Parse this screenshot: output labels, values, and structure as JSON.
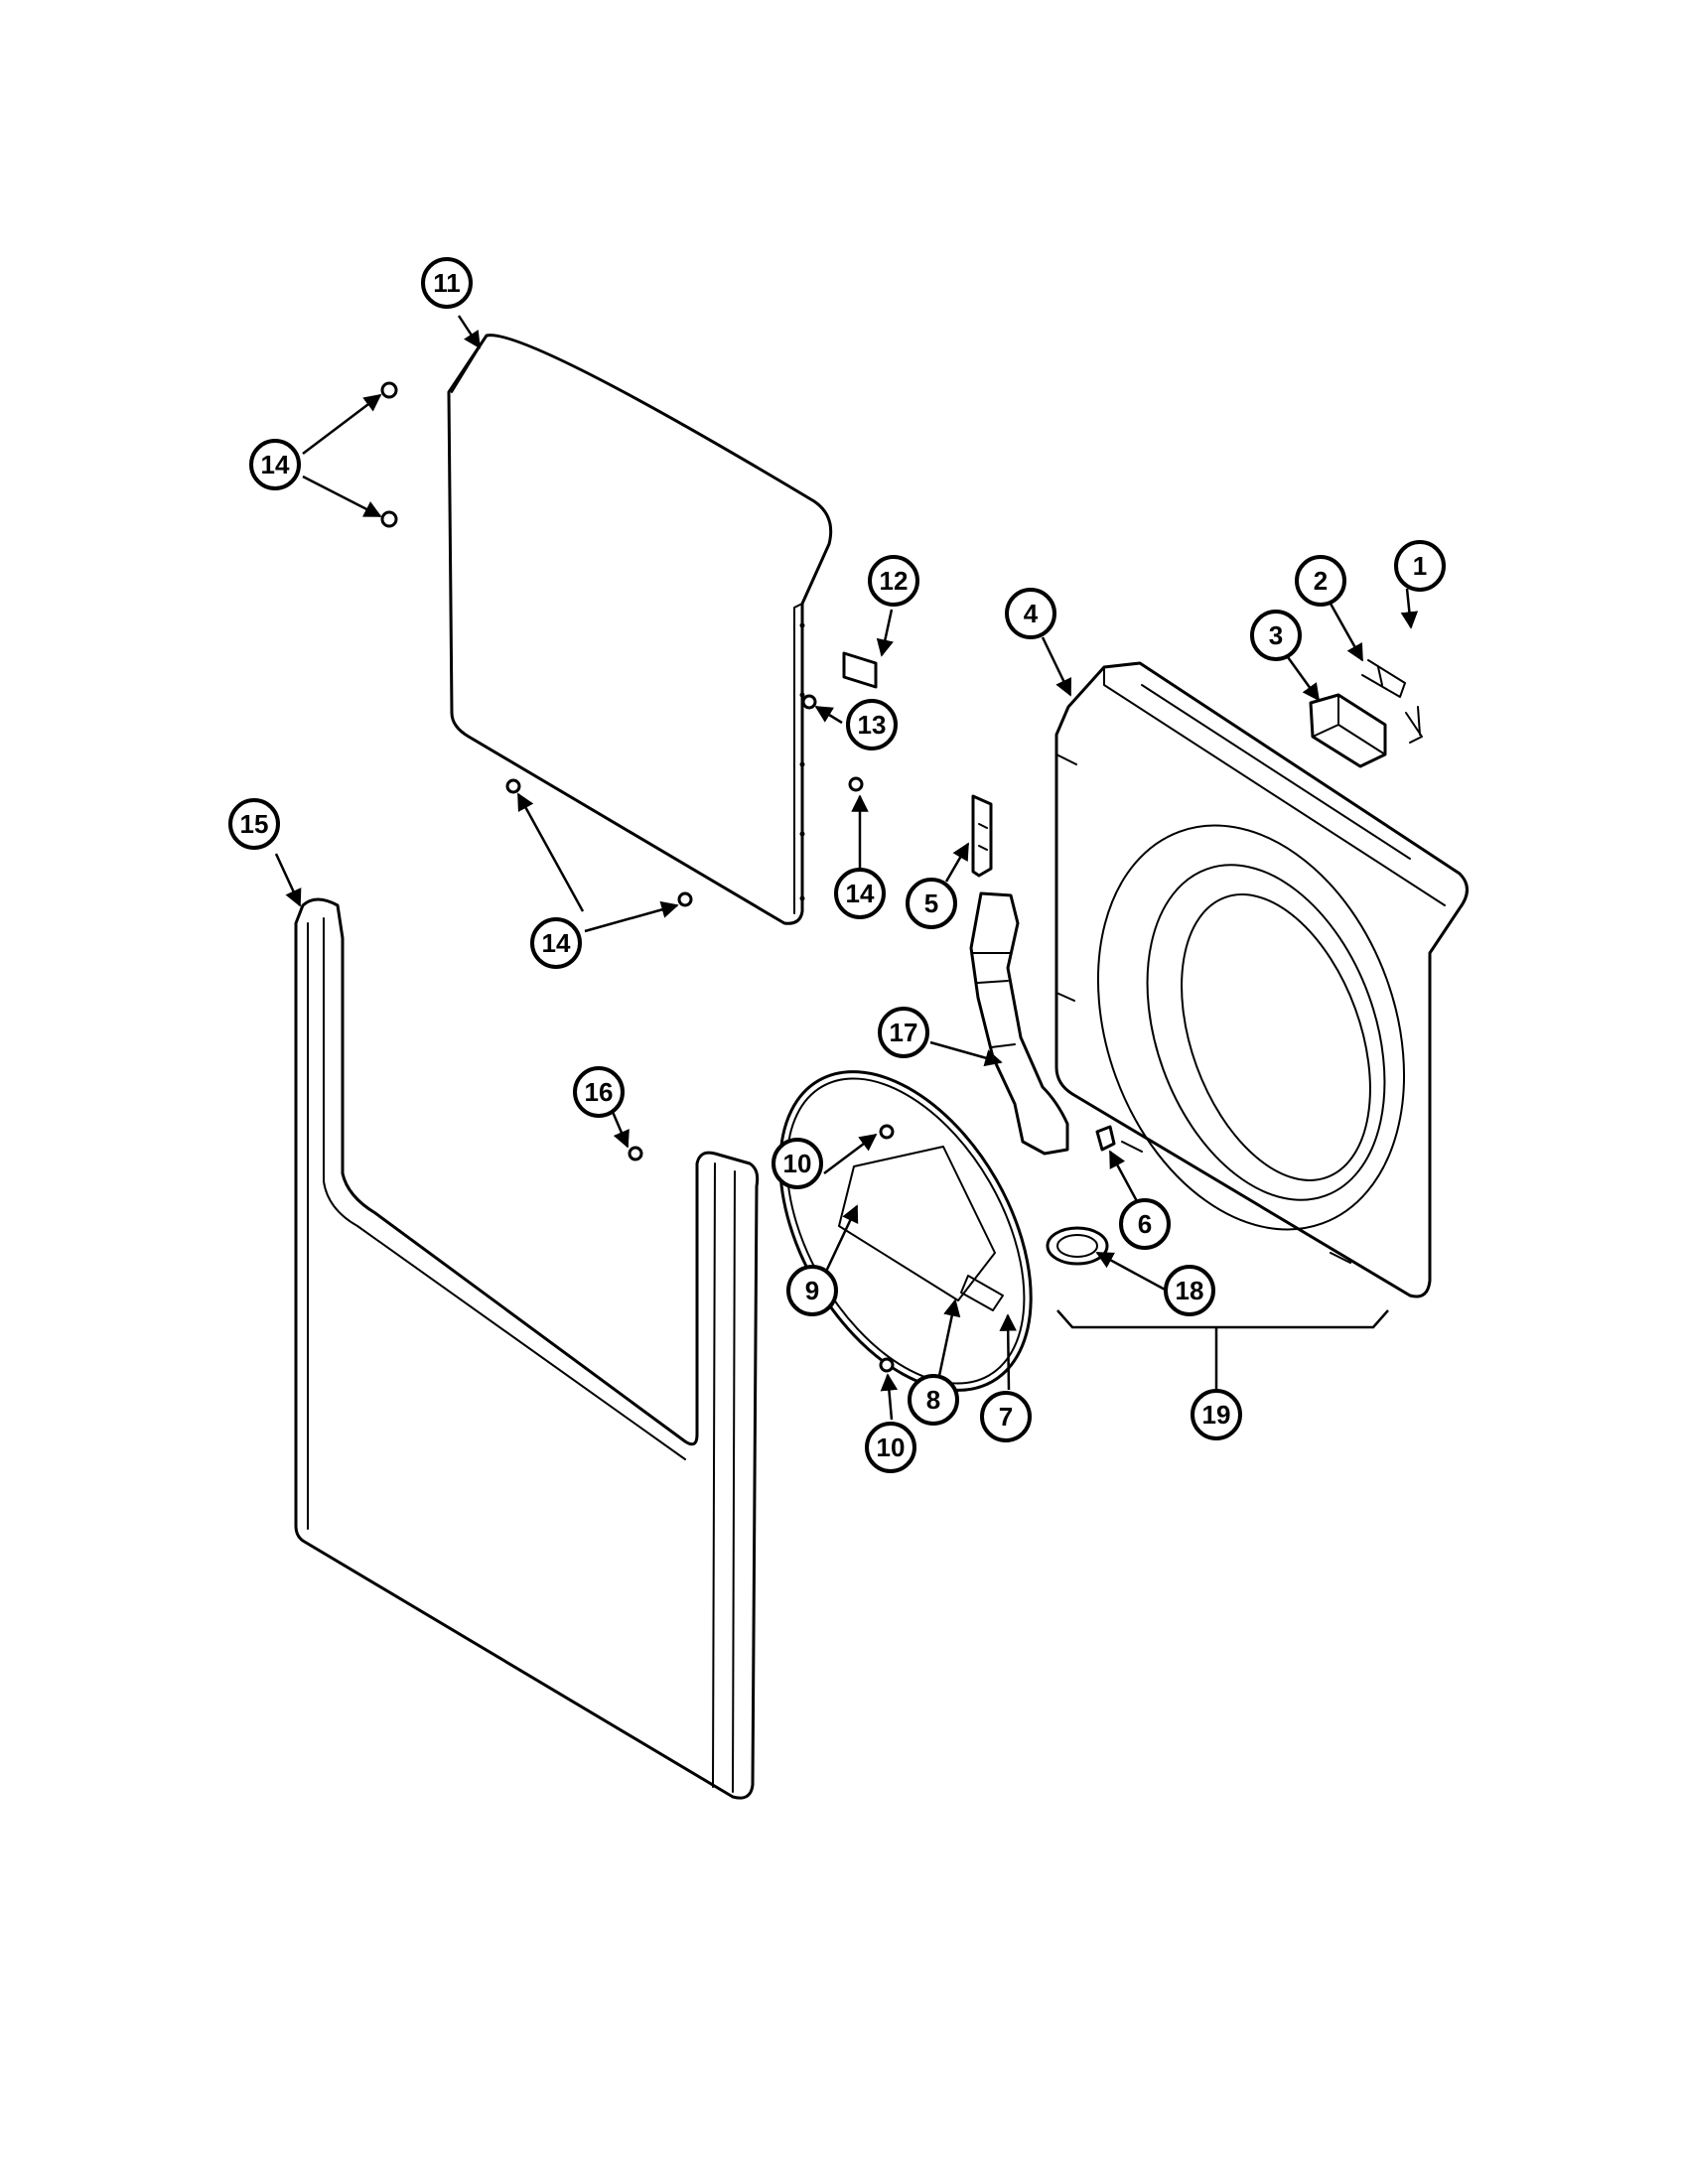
{
  "diagram": {
    "callouts": [
      {
        "id": "c1",
        "label": "1"
      },
      {
        "id": "c2",
        "label": "2"
      },
      {
        "id": "c3",
        "label": "3"
      },
      {
        "id": "c4",
        "label": "4"
      },
      {
        "id": "c5",
        "label": "5"
      },
      {
        "id": "c6",
        "label": "6"
      },
      {
        "id": "c7",
        "label": "7"
      },
      {
        "id": "c8",
        "label": "8"
      },
      {
        "id": "c9",
        "label": "9"
      },
      {
        "id": "c10a",
        "label": "10"
      },
      {
        "id": "c10b",
        "label": "10"
      },
      {
        "id": "c11",
        "label": "11"
      },
      {
        "id": "c12",
        "label": "12"
      },
      {
        "id": "c13",
        "label": "13"
      },
      {
        "id": "c14a",
        "label": "14"
      },
      {
        "id": "c14b",
        "label": "14"
      },
      {
        "id": "c14c",
        "label": "14"
      },
      {
        "id": "c15",
        "label": "15"
      },
      {
        "id": "c16",
        "label": "16"
      },
      {
        "id": "c17",
        "label": "17"
      },
      {
        "id": "c18",
        "label": "18"
      },
      {
        "id": "c19",
        "label": "19"
      }
    ]
  }
}
